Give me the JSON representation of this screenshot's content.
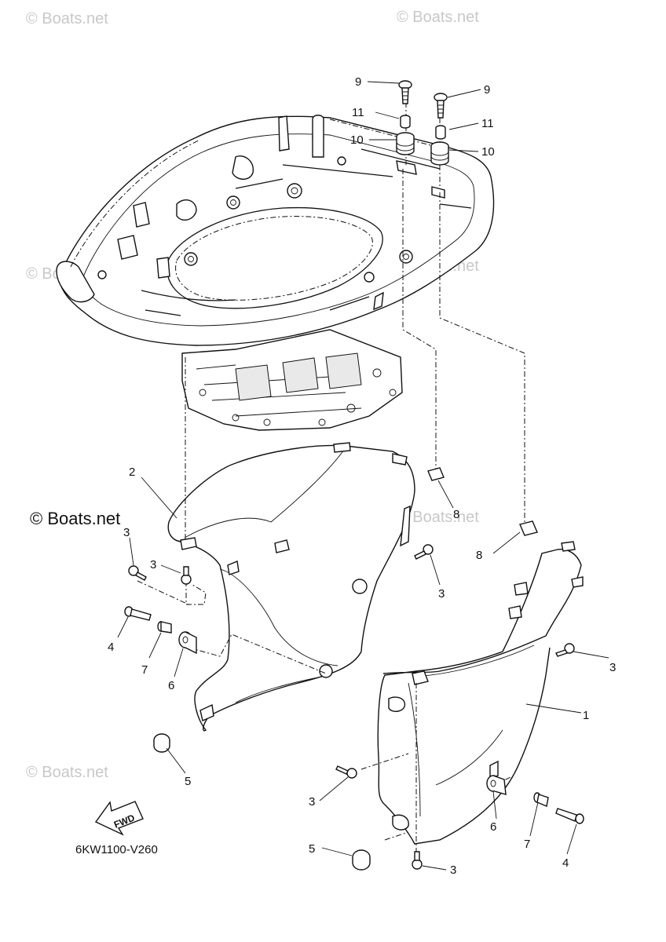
{
  "copyright": "© Boats.net",
  "watermark": "© Boats.net",
  "diagram_code": "6KW1100-V260",
  "fwd_label": "FWD",
  "callouts": {
    "c9a": "9",
    "c9b": "9",
    "c11a": "11",
    "c11b": "11",
    "c10a": "10",
    "c10b": "10",
    "c2": "2",
    "c8a": "8",
    "c8b": "8",
    "c3a": "3",
    "c3b": "3",
    "c3c": "3",
    "c3d": "3",
    "c3e": "3",
    "c3f": "3",
    "c1": "1",
    "c4a": "4",
    "c4b": "4",
    "c7a": "7",
    "c7b": "7",
    "c6a": "6",
    "c6b": "6",
    "c5a": "5",
    "c5b": "5"
  }
}
